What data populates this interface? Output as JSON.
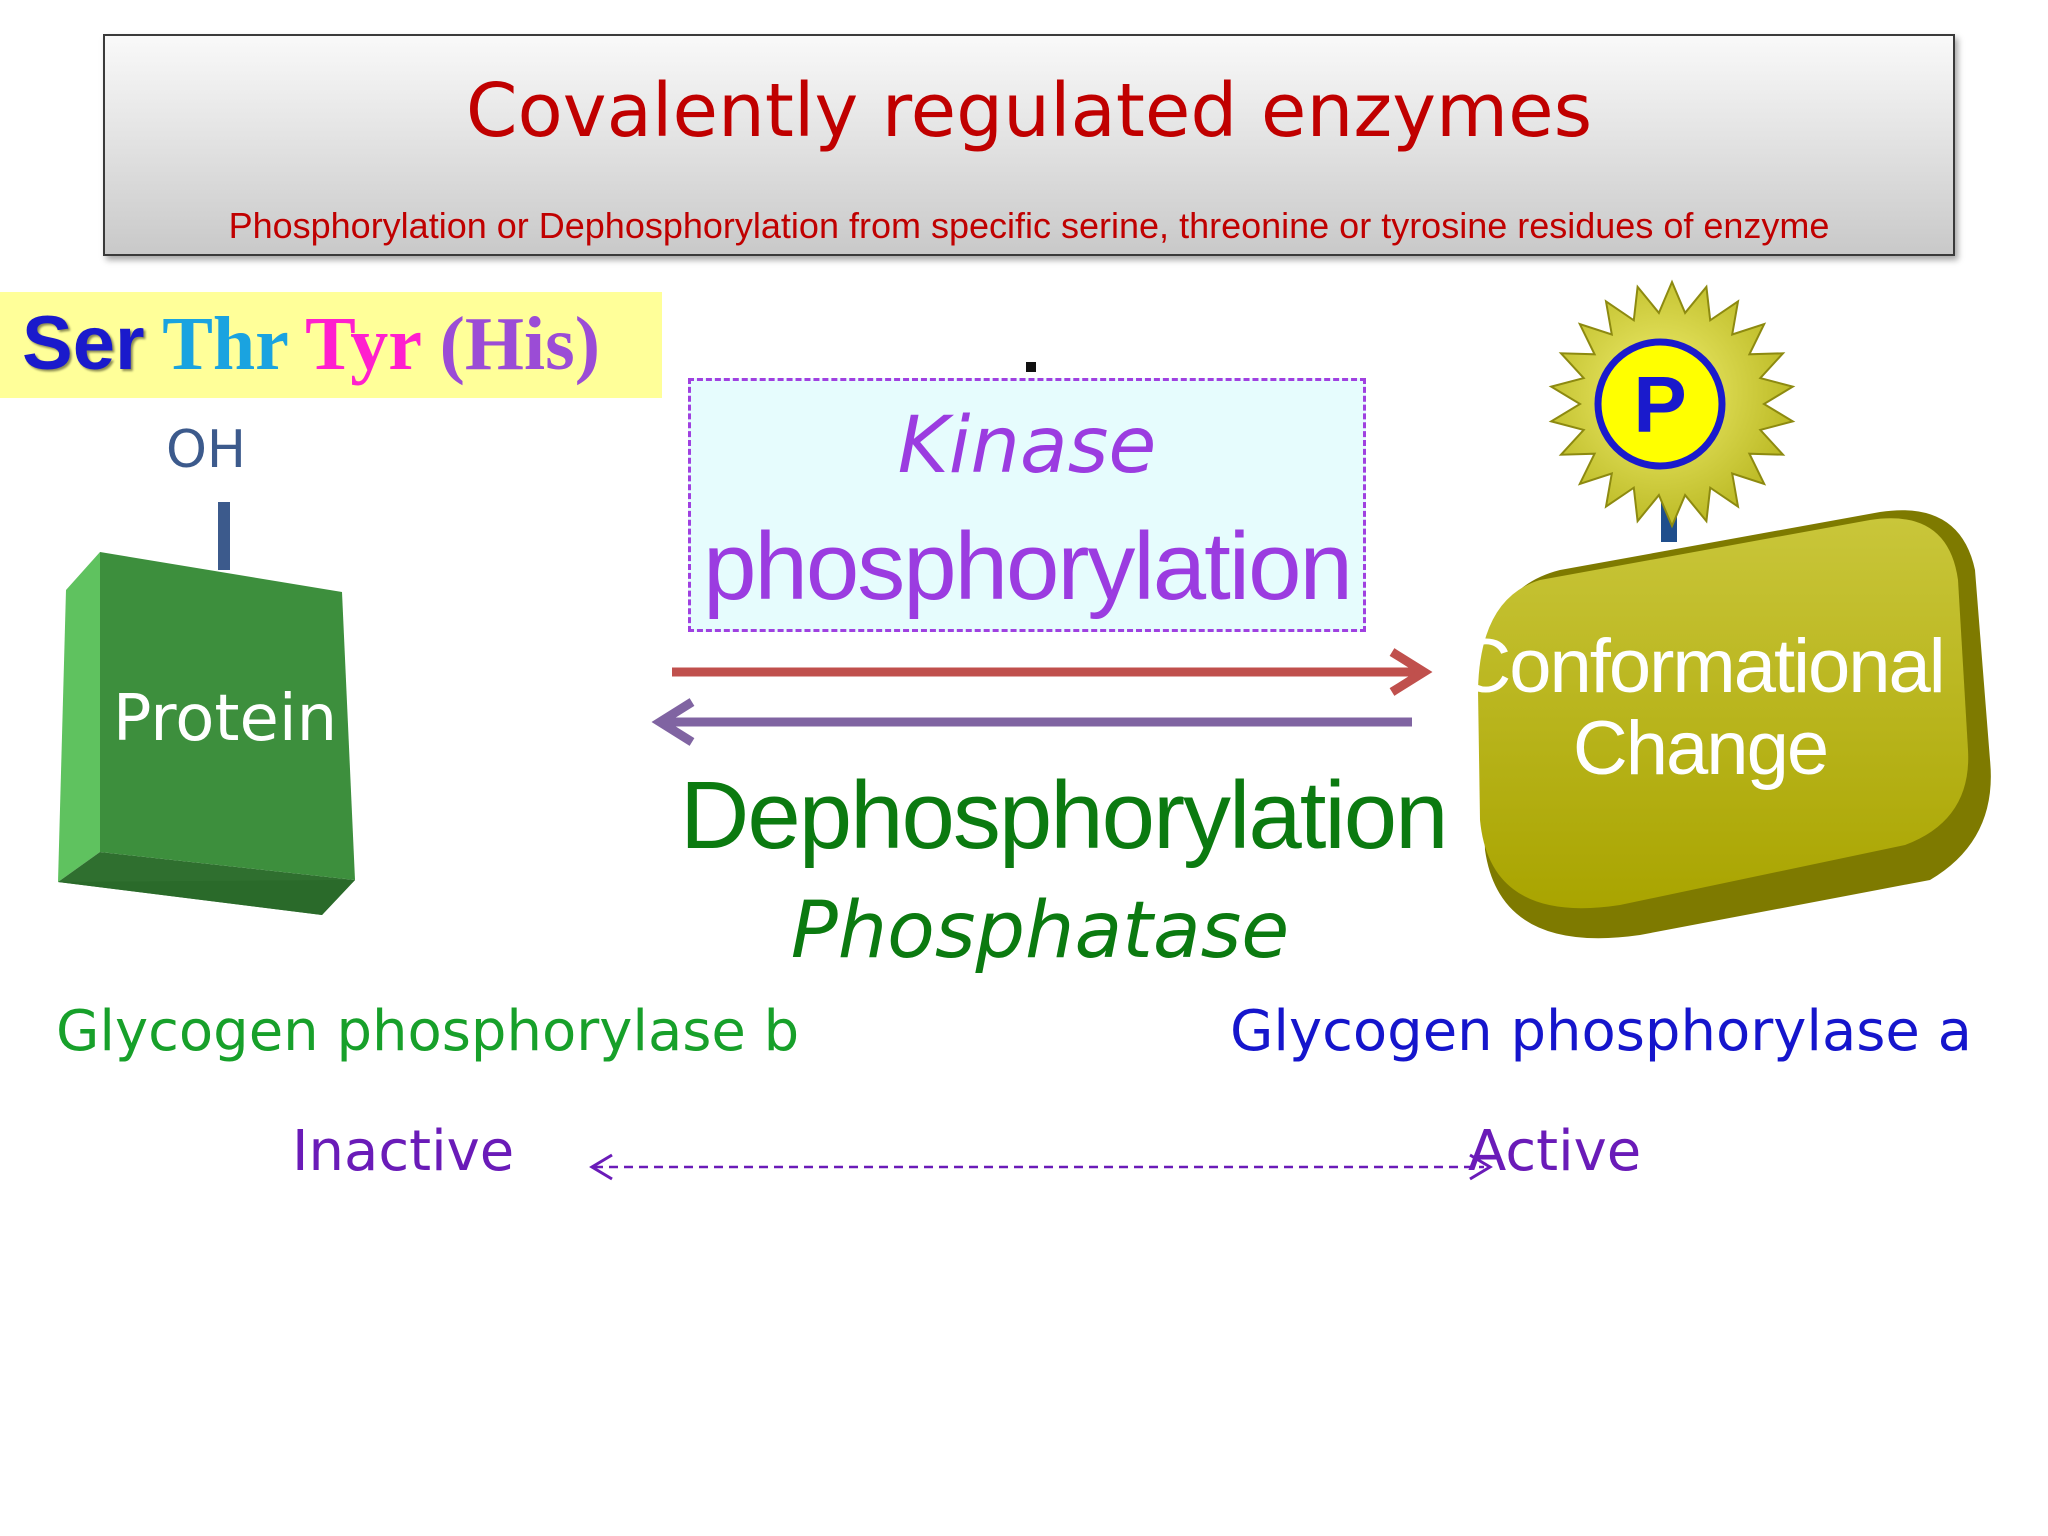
{
  "header": {
    "title": "Covalently regulated enzymes",
    "subtitle": "Phosphorylation or  Dephosphorylation from specific serine, threonine or tyrosine residues of enzyme"
  },
  "residues": {
    "ser": "Ser",
    "thr": "Thr",
    "tyr": "Tyr",
    "his": "(His)"
  },
  "protein": {
    "group_label": "OH",
    "label": "Protein",
    "enzyme_name": "Glycogen phosphorylase b",
    "state": "Inactive"
  },
  "forward": {
    "enzyme": "Kinase",
    "process": "phosphorylation"
  },
  "reverse": {
    "process": "Dephosphorylation",
    "enzyme": "Phosphatase"
  },
  "phosphoprotein": {
    "phosphate_label": "P",
    "label_line1": "Conformational",
    "label_line2": "Change",
    "enzyme_name": "Glycogen phosphorylase a",
    "state": "Active"
  },
  "colors": {
    "title_red": "#c00000",
    "protein_green": "#3d8f3d",
    "phospho_olive": "#a8a600",
    "kinase_purple": "#9b3ce0",
    "phosphatase_green": "#0b7a10",
    "forward_arrow": "#c0504d",
    "reverse_arrow": "#8064a2"
  }
}
